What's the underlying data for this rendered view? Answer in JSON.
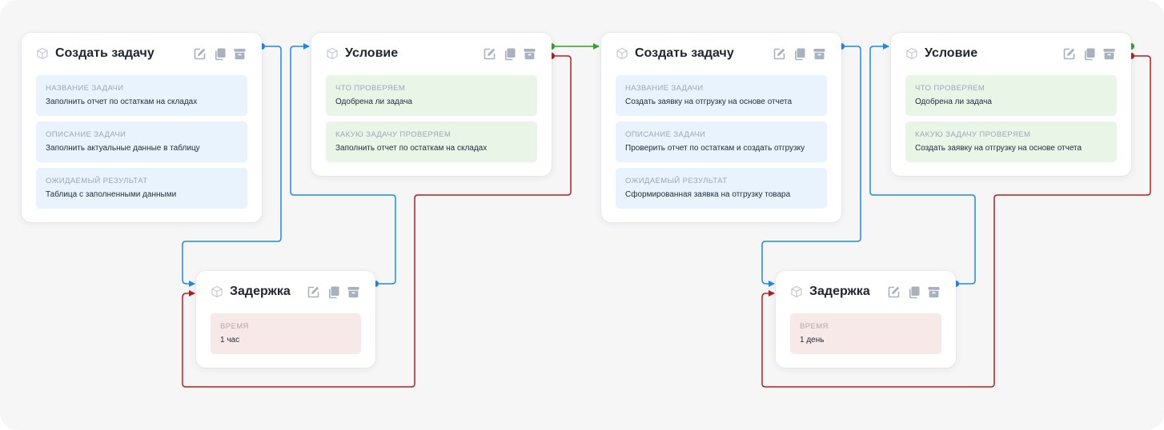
{
  "colors": {
    "canvas_bg": "#f6f6f7",
    "wire_blue": "#1e88e5",
    "wire_green": "#2fa52a",
    "wire_red": "#b21f1f",
    "icon_gray": "#a9b1bd",
    "field_blue": "#e8f3fe",
    "field_green": "#e9f6e7",
    "field_red": "#f8e9e9"
  },
  "icons": {
    "node": "cube-icon",
    "edit": "edit-icon",
    "copy": "copy-icon",
    "archive": "archive-icon"
  },
  "nodes": [
    {
      "type": "create-task",
      "title": "Создать задачу",
      "fields": [
        {
          "label": "Название задачи",
          "value": "Заполнить отчет по остаткам на складах"
        },
        {
          "label": "Описание задачи",
          "value": "Заполнить актуальные данные в таблицу"
        },
        {
          "label": "Ожидаемый результат",
          "value": "Таблица с заполненными данными"
        }
      ]
    },
    {
      "type": "condition",
      "title": "Условие",
      "fields": [
        {
          "label": "Что проверяем",
          "value": "Одобрена ли задача"
        },
        {
          "label": "Какую задачу проверяем",
          "value": "Заполнить отчет по остаткам на складах"
        }
      ]
    },
    {
      "type": "delay",
      "title": "Задержка",
      "fields": [
        {
          "label": "Время",
          "value": "1 час"
        }
      ]
    },
    {
      "type": "create-task",
      "title": "Создать задачу",
      "fields": [
        {
          "label": "Название задачи",
          "value": "Создать заявку на отгрузку на основе отчета"
        },
        {
          "label": "Описание задачи",
          "value": "Проверить отчет по остаткам и создать отгрузку"
        },
        {
          "label": "Ожидаемый результат",
          "value": "Сформированная заявка на отгрузку товара"
        }
      ]
    },
    {
      "type": "condition",
      "title": "Условие",
      "fields": [
        {
          "label": "Что проверяем",
          "value": "Одобрена ли задача"
        },
        {
          "label": "Какую задачу проверяем",
          "value": "Создать заявку на отгрузку на основе отчета"
        }
      ]
    },
    {
      "type": "delay",
      "title": "Задержка",
      "fields": [
        {
          "label": "Время",
          "value": "1 день"
        }
      ]
    }
  ]
}
